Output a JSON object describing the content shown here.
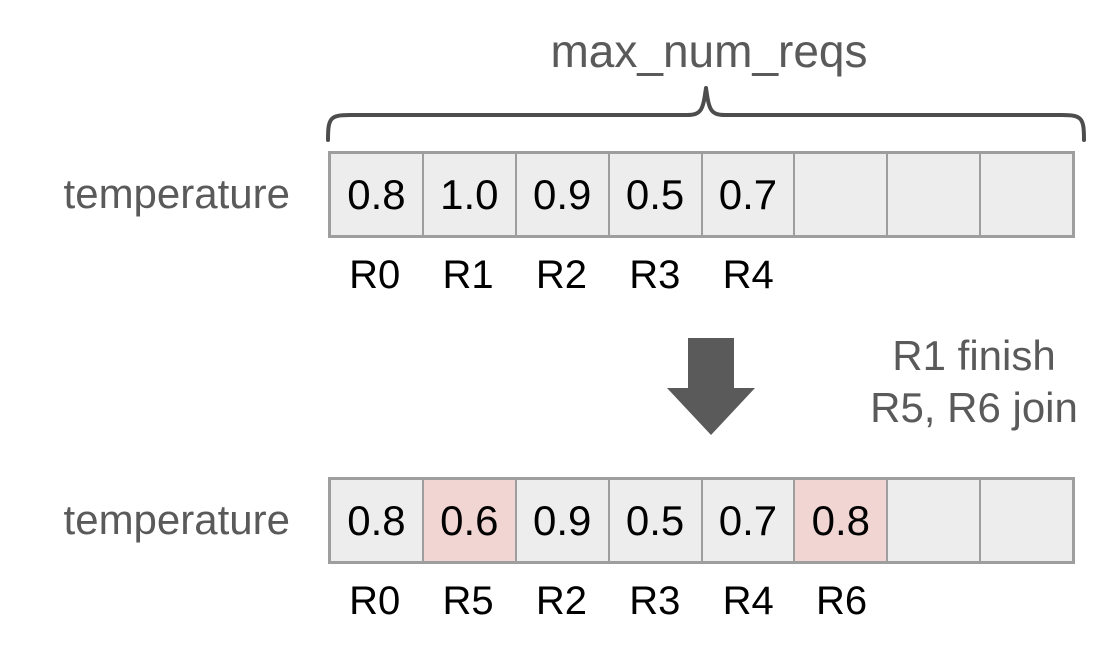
{
  "figure": {
    "title": "max_num_reqs",
    "colors": {
      "text_gray": "#5a5a5a",
      "text_black": "#000000",
      "cell_fill": "#ededed",
      "cell_border": "#9e9e9e",
      "highlight_fill": "#f1d5d3",
      "arrow_fill": "#5a5a5a",
      "brace_stroke": "#4d4d4d",
      "background": "#ffffff"
    }
  },
  "brace": {
    "name": "max_num_reqs-brace",
    "spans_slots": 8
  },
  "before": {
    "row_label": "temperature",
    "num_slots": 8,
    "slots": [
      {
        "value": "0.8",
        "request": "R0",
        "highlight": false
      },
      {
        "value": "1.0",
        "request": "R1",
        "highlight": false
      },
      {
        "value": "0.9",
        "request": "R2",
        "highlight": false
      },
      {
        "value": "0.5",
        "request": "R3",
        "highlight": false
      },
      {
        "value": "0.7",
        "request": "R4",
        "highlight": false
      },
      {
        "value": "",
        "request": "",
        "highlight": false
      },
      {
        "value": "",
        "request": "",
        "highlight": false
      },
      {
        "value": "",
        "request": "",
        "highlight": false
      }
    ]
  },
  "transition": {
    "arrow_icon": "down-arrow-icon",
    "note_line1": "R1 finish",
    "note_line2": "R5, R6 join"
  },
  "after": {
    "row_label": "temperature",
    "num_slots": 8,
    "slots": [
      {
        "value": "0.8",
        "request": "R0",
        "highlight": false
      },
      {
        "value": "0.6",
        "request": "R5",
        "highlight": true
      },
      {
        "value": "0.9",
        "request": "R2",
        "highlight": false
      },
      {
        "value": "0.5",
        "request": "R3",
        "highlight": false
      },
      {
        "value": "0.7",
        "request": "R4",
        "highlight": false
      },
      {
        "value": "0.8",
        "request": "R6",
        "highlight": true
      },
      {
        "value": "",
        "request": "",
        "highlight": false
      },
      {
        "value": "",
        "request": "",
        "highlight": false
      }
    ]
  }
}
